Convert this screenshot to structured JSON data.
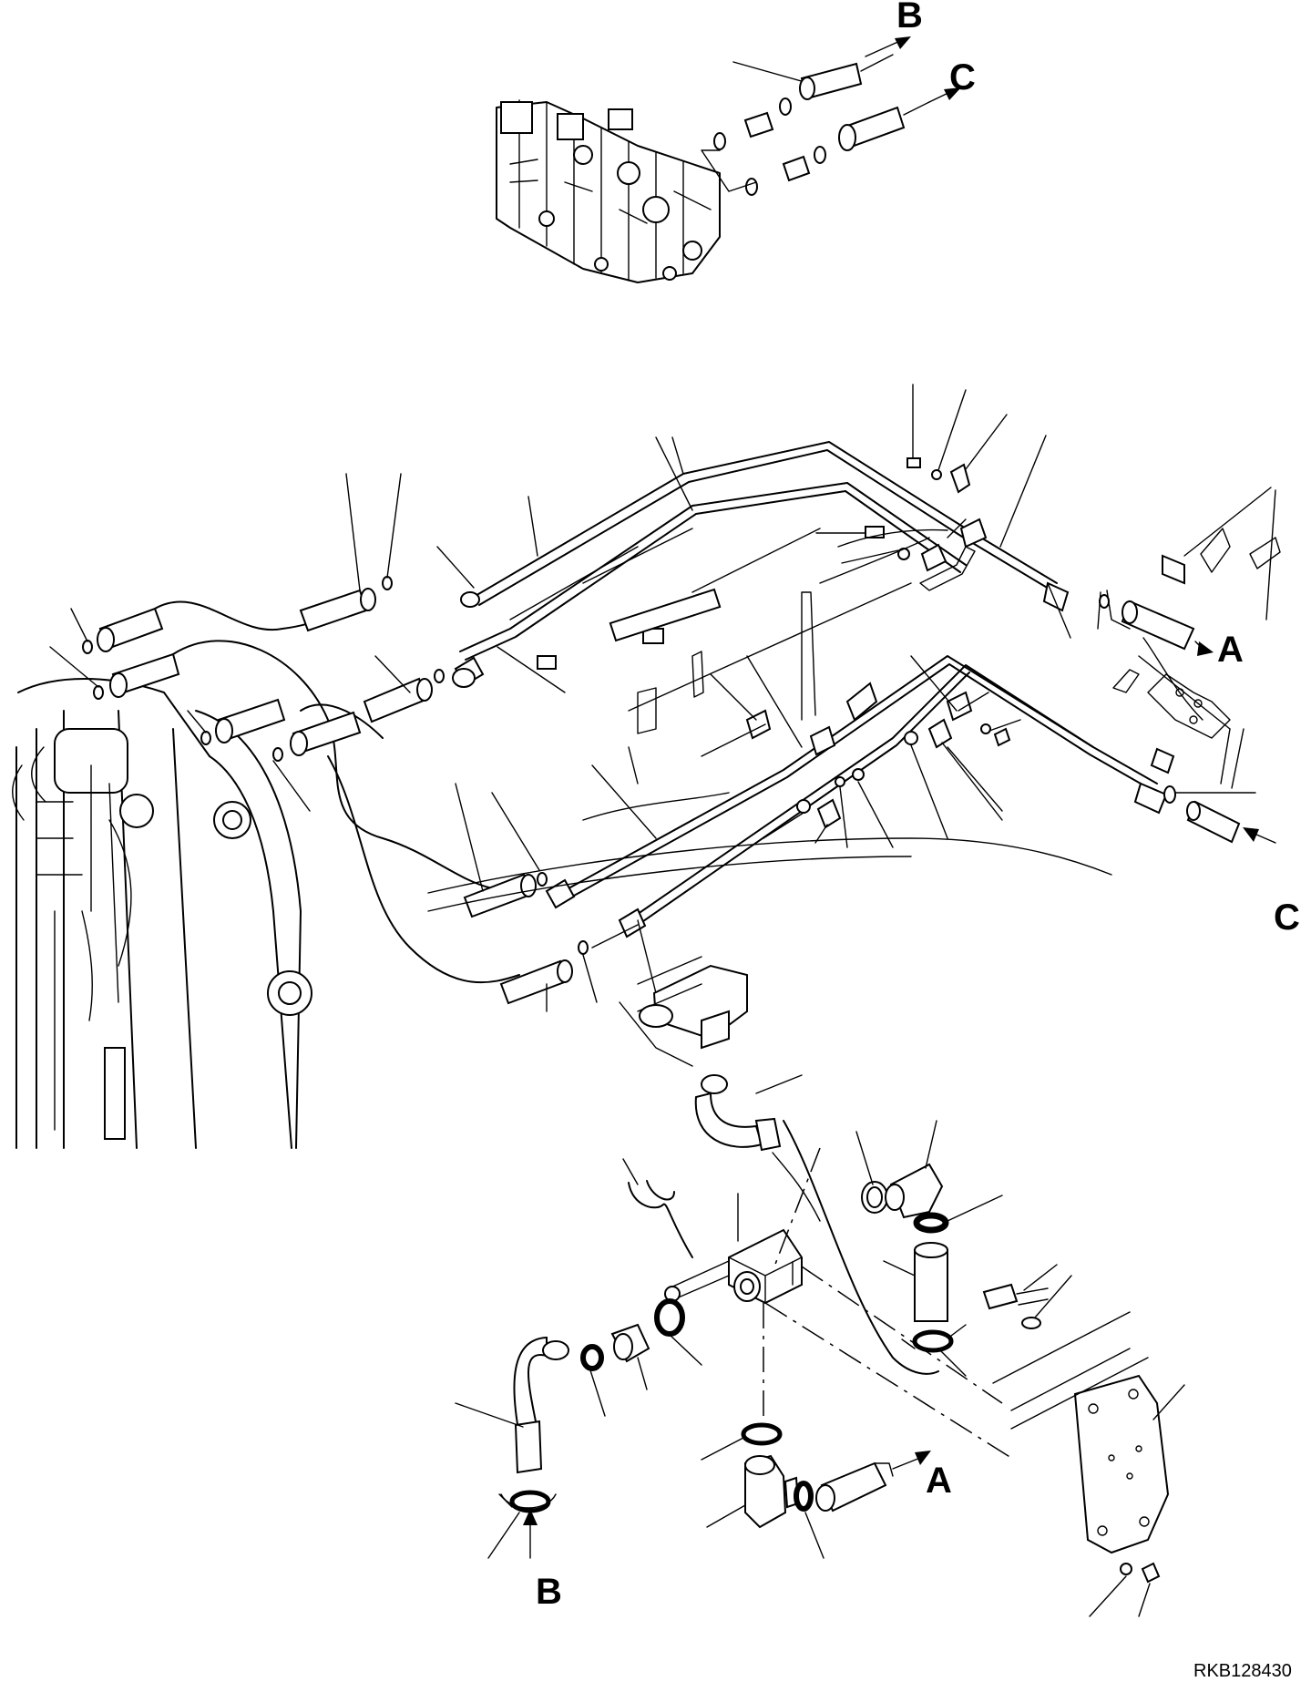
{
  "labels": {
    "b_top": "B",
    "c_top": "C",
    "a_right": "A",
    "c_right": "C",
    "a_bottom": "A",
    "b_bottom": "B"
  },
  "figure_code": "RKB128430"
}
